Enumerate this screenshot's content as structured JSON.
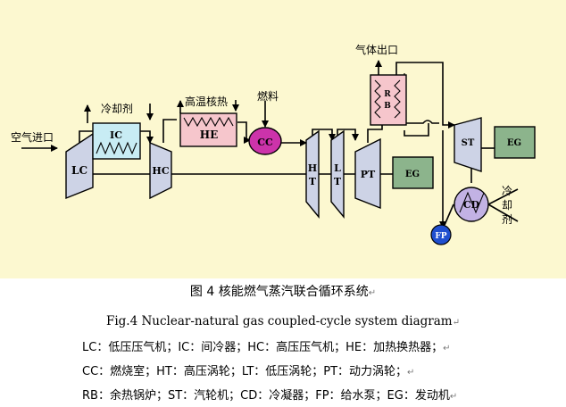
{
  "diagram": {
    "background": "#fcf8d0",
    "labels": {
      "air_inlet": "空气进口",
      "coolant_top": "冷却剂",
      "htg_heat": "高温核热",
      "fuel": "燃料",
      "gas_outlet": "气体出口",
      "coolant_right": "冷却剂"
    },
    "components": {
      "lc": {
        "label": "LC",
        "fill": "#cdd3e6"
      },
      "ic": {
        "label": "IC",
        "fill": "#c8ecf4"
      },
      "hc": {
        "label": "HC",
        "fill": "#cdd3e6"
      },
      "he": {
        "label": "HE",
        "fill": "#f6c6cc"
      },
      "cc": {
        "label": "CC",
        "fill": "#cc33aa"
      },
      "ht": {
        "label": "H\nT",
        "fill": "#cdd3e6"
      },
      "lt": {
        "label": "L\nT",
        "fill": "#cdd3e6"
      },
      "pt": {
        "label": "PT",
        "fill": "#cdd3e6"
      },
      "eg1": {
        "label": "EG",
        "fill": "#8cb48c"
      },
      "rb": {
        "label": "R\nB",
        "fill": "#f6c6cc"
      },
      "st": {
        "label": "ST",
        "fill": "#cdd3e6"
      },
      "eg2": {
        "label": "EG",
        "fill": "#8cb48c"
      },
      "cd": {
        "label": "CD",
        "fill": "#c2b2e4"
      },
      "fp": {
        "label": "FP",
        "fill": "#1f4fcf"
      }
    }
  },
  "caption": {
    "cn": "图 4  核能燃气蒸汽联合循环系统",
    "en": "Fig.4 Nuclear-natural gas coupled-cycle system diagram"
  },
  "legend": [
    "LC：低压压气机；IC：间冷器；HC：高压压气机；HE：加热换热器；",
    "CC：燃烧室；HT：高压涡轮；LT：低压涡轮；PT：动力涡轮；",
    "RB：余热锅炉；ST：汽轮机；CD：冷凝器；FP：给水泵；EG：发动机"
  ],
  "return_mark": "↵"
}
